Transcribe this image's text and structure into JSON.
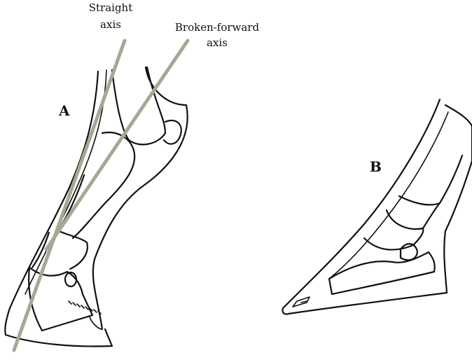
{
  "labels": {
    "straight_line1": "Straight",
    "straight_line2": "axis",
    "broken_line1": "Broken-forward",
    "broken_line2": "axis",
    "panel_a": "A",
    "panel_b": "B"
  },
  "colors": {
    "axis": "#a8a795",
    "ink": "#111111"
  }
}
